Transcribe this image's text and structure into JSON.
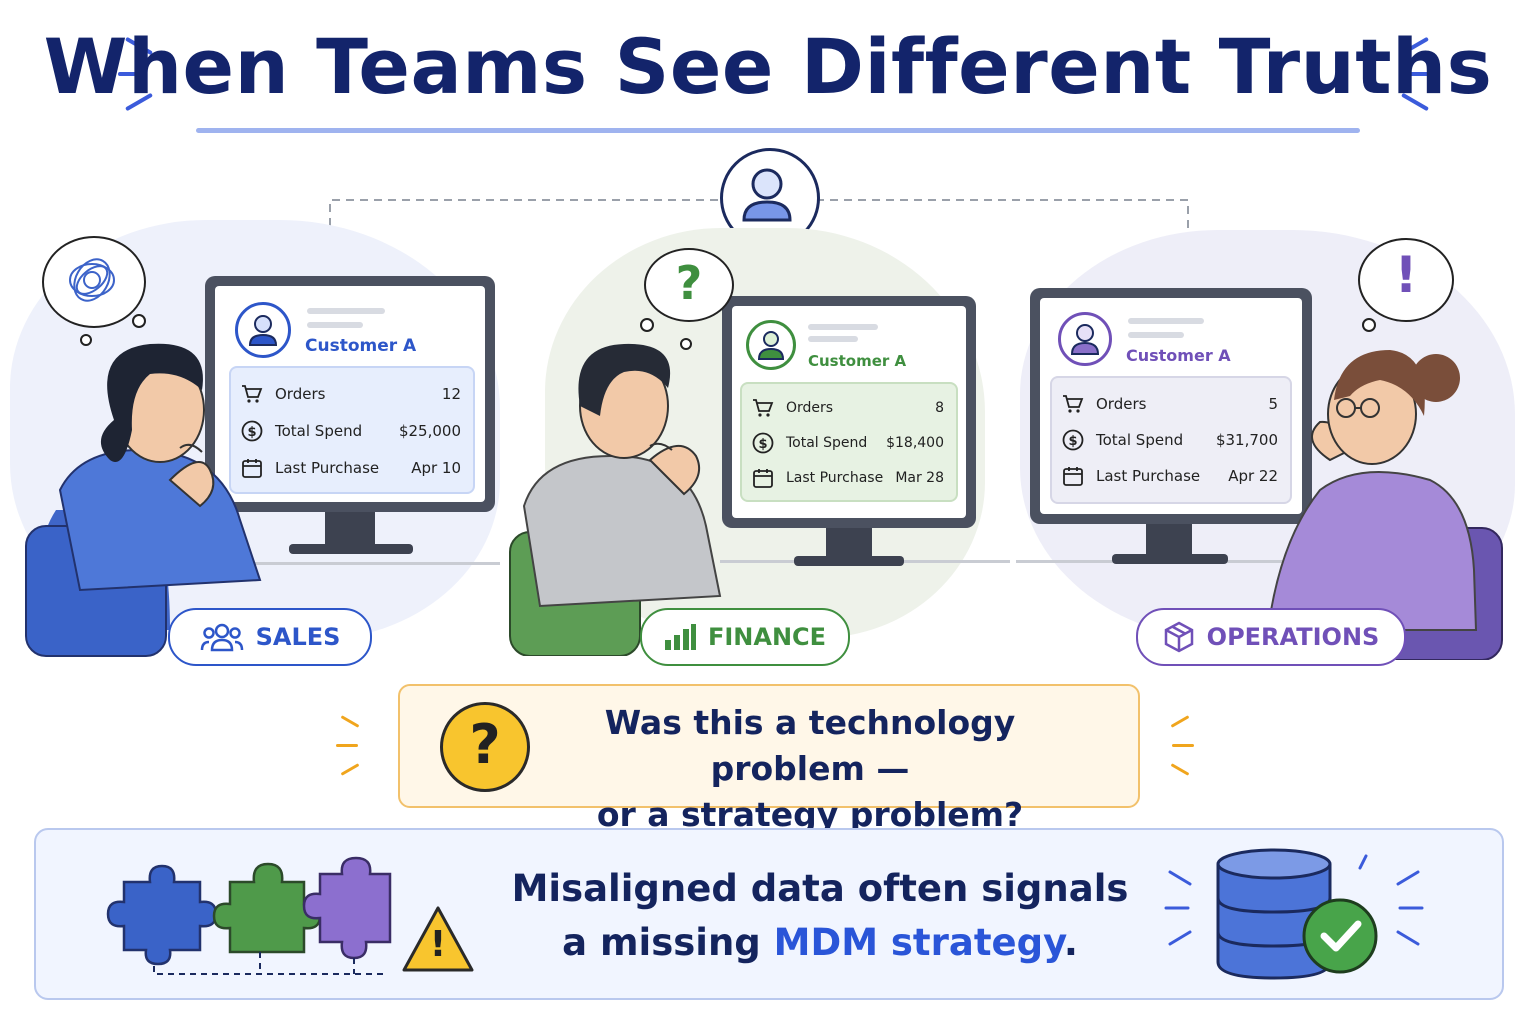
{
  "title": "When Teams See Different Truths",
  "teams": [
    {
      "key": "sales",
      "label": "SALES",
      "icon": "people-icon",
      "color": "#2d56c9",
      "customer": "Customer A",
      "rows": [
        {
          "icon": "cart-icon",
          "label": "Orders",
          "value": "12"
        },
        {
          "icon": "dollar-icon",
          "label": "Total Spend",
          "value": "$25,000"
        },
        {
          "icon": "calendar-icon",
          "label": "Last Purchase",
          "value": "Apr 10"
        }
      ]
    },
    {
      "key": "finance",
      "label": "FINANCE",
      "icon": "bar-chart-icon",
      "color": "#3f8f3f",
      "customer": "Customer A",
      "rows": [
        {
          "icon": "cart-icon",
          "label": "Orders",
          "value": "8"
        },
        {
          "icon": "dollar-icon",
          "label": "Total Spend",
          "value": "$18,400"
        },
        {
          "icon": "calendar-icon",
          "label": "Last Purchase",
          "value": "Mar 28"
        }
      ]
    },
    {
      "key": "operations",
      "label": "OPERATIONS",
      "icon": "box-icon",
      "color": "#7050b8",
      "customer": "Customer A",
      "rows": [
        {
          "icon": "cart-icon",
          "label": "Orders",
          "value": "5"
        },
        {
          "icon": "dollar-icon",
          "label": "Total Spend",
          "value": "$31,700"
        },
        {
          "icon": "calendar-icon",
          "label": "Last Purchase",
          "value": "Apr 22"
        }
      ]
    }
  ],
  "thought_symbols": {
    "finance": "?",
    "operations": "!"
  },
  "question": {
    "line1": "Was this a technology problem —",
    "line2": "or a strategy problem?",
    "icon_symbol": "?"
  },
  "conclusion": {
    "prefix": "Misaligned data often signals",
    "line2_prefix": "a missing ",
    "highlight": "MDM strategy",
    "suffix": "."
  },
  "warning_symbol": "!",
  "colors": {
    "title": "#13246b",
    "accent_blue": "#2a55d8",
    "sales": "#2d56c9",
    "finance": "#3f8f3f",
    "operations": "#7050b8",
    "question_bg": "#fff7e8",
    "question_border": "#f2c16b",
    "bottom_bg": "#f1f5ff"
  }
}
